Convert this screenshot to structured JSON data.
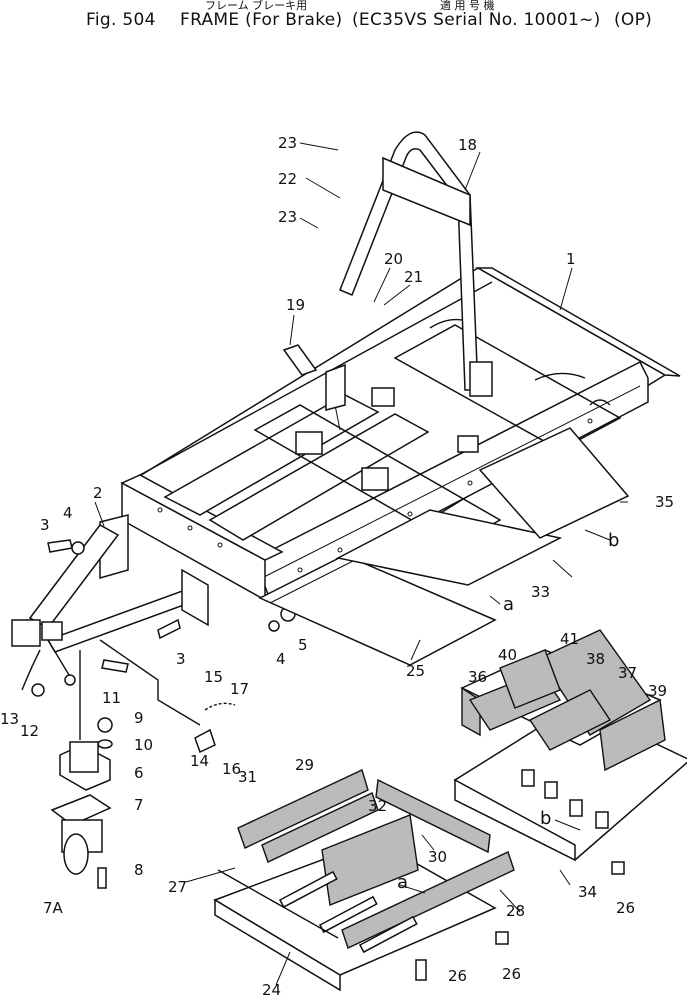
{
  "header": {
    "jp_left": "フレーム ブレーキ用",
    "jp_right": "適 用 号 機",
    "fig": "Fig. 504",
    "title": "FRAME (For Brake)",
    "serial": "(EC35VS Serial No. 10001~)",
    "option": "(OP)"
  },
  "callouts": [
    {
      "id": "c1",
      "text": "1"
    },
    {
      "id": "c2",
      "text": "2"
    },
    {
      "id": "c3a",
      "text": "3"
    },
    {
      "id": "c3b",
      "text": "3"
    },
    {
      "id": "c4a",
      "text": "4"
    },
    {
      "id": "c4b",
      "text": "4"
    },
    {
      "id": "c5",
      "text": "5"
    },
    {
      "id": "c6",
      "text": "6"
    },
    {
      "id": "c7",
      "text": "7"
    },
    {
      "id": "c7a",
      "text": "7A"
    },
    {
      "id": "c8",
      "text": "8"
    },
    {
      "id": "c9",
      "text": "9"
    },
    {
      "id": "c10",
      "text": "10"
    },
    {
      "id": "c11",
      "text": "11"
    },
    {
      "id": "c12",
      "text": "12"
    },
    {
      "id": "c13",
      "text": "13"
    },
    {
      "id": "c14",
      "text": "14"
    },
    {
      "id": "c15",
      "text": "15"
    },
    {
      "id": "c16",
      "text": "16"
    },
    {
      "id": "c17",
      "text": "17"
    },
    {
      "id": "c18",
      "text": "18"
    },
    {
      "id": "c19",
      "text": "19"
    },
    {
      "id": "c20",
      "text": "20"
    },
    {
      "id": "c21",
      "text": "21"
    },
    {
      "id": "c22",
      "text": "22"
    },
    {
      "id": "c23a",
      "text": "23"
    },
    {
      "id": "c23b",
      "text": "23"
    },
    {
      "id": "c24",
      "text": "24"
    },
    {
      "id": "c25",
      "text": "25"
    },
    {
      "id": "c26a",
      "text": "26"
    },
    {
      "id": "c26b",
      "text": "26"
    },
    {
      "id": "c26c",
      "text": "26"
    },
    {
      "id": "c27",
      "text": "27"
    },
    {
      "id": "c28",
      "text": "28"
    },
    {
      "id": "c29",
      "text": "29"
    },
    {
      "id": "c30",
      "text": "30"
    },
    {
      "id": "c31",
      "text": "31"
    },
    {
      "id": "c32",
      "text": "32"
    },
    {
      "id": "c33",
      "text": "33"
    },
    {
      "id": "c34",
      "text": "34"
    },
    {
      "id": "c35",
      "text": "35"
    },
    {
      "id": "c36",
      "text": "36"
    },
    {
      "id": "c37",
      "text": "37"
    },
    {
      "id": "c38",
      "text": "38"
    },
    {
      "id": "c39",
      "text": "39"
    },
    {
      "id": "c40",
      "text": "40"
    },
    {
      "id": "c41",
      "text": "41"
    },
    {
      "id": "ra1",
      "text": "a"
    },
    {
      "id": "ra2",
      "text": "a"
    },
    {
      "id": "rb1",
      "text": "b"
    },
    {
      "id": "rb2",
      "text": "b"
    }
  ]
}
